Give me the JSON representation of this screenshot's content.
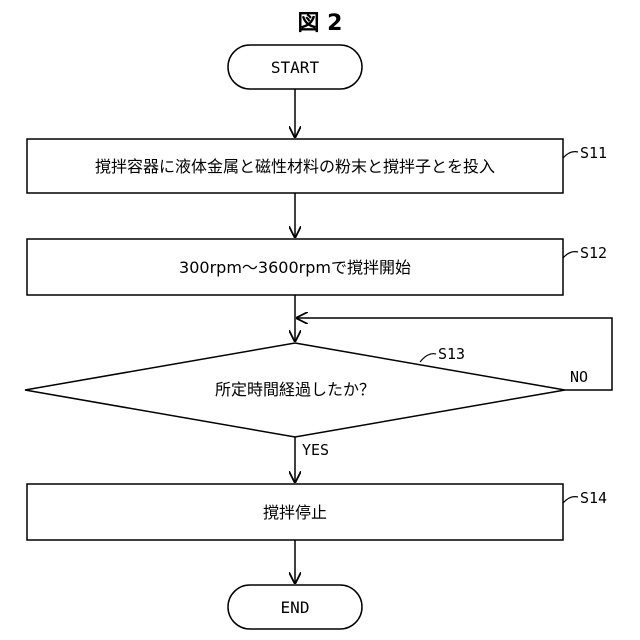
{
  "figure": {
    "title": "図 2"
  },
  "nodes": {
    "start": {
      "label": "START"
    },
    "s11": {
      "label": "撹拌容器に液体金属と磁性材料の粉末と撹拌子とを投入",
      "step": "S11"
    },
    "s12": {
      "label": "300rpm〜3600rpmで撹拌開始",
      "step": "S12"
    },
    "s13": {
      "label": "所定時間経過したか？",
      "step": "S13"
    },
    "s14": {
      "label": "撹拌停止",
      "step": "S14"
    },
    "end": {
      "label": "END"
    }
  },
  "edges": {
    "yes": "YES",
    "no": "NO"
  },
  "colors": {
    "stroke": "#000000",
    "background": "#ffffff"
  }
}
